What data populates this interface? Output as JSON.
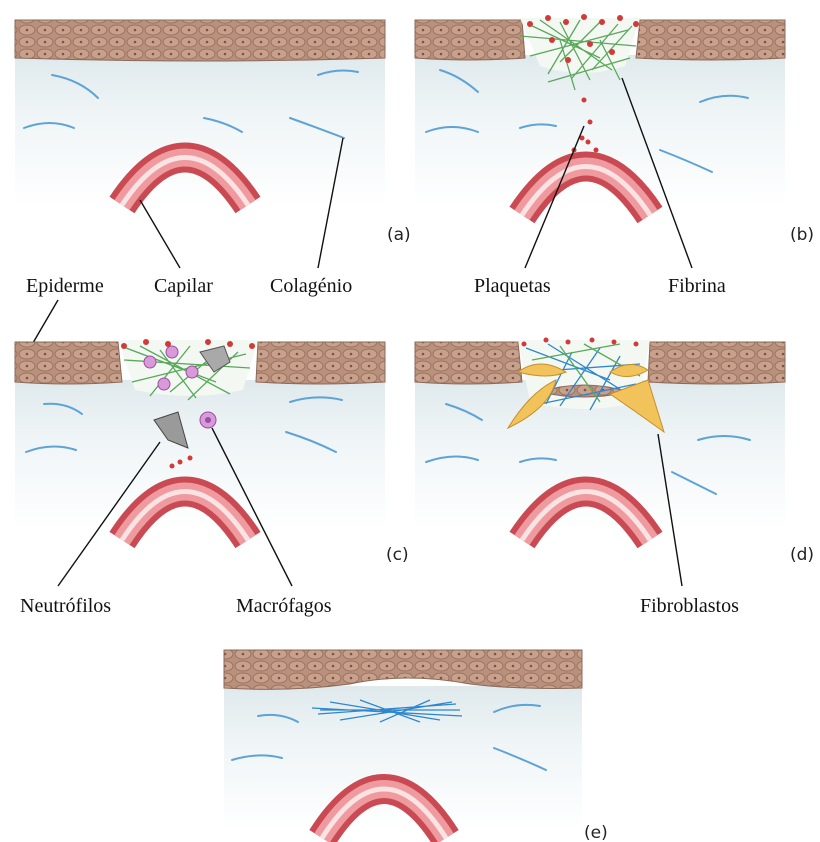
{
  "panels": [
    {
      "id": "a",
      "label": "(a)"
    },
    {
      "id": "b",
      "label": "(b)"
    },
    {
      "id": "c",
      "label": "(c)"
    },
    {
      "id": "d",
      "label": "(d)"
    },
    {
      "id": "e",
      "label": "(e)"
    }
  ],
  "labels": {
    "epiderme": "Epiderme",
    "capilar": "Capilar",
    "colagenio": "Colagénio",
    "plaquetas": "Plaquetas",
    "fibrina": "Fibrina",
    "neutrofilos": "Neutrófilos",
    "macrofagos": "Macrófagos",
    "fibroblastos": "Fibroblastos"
  },
  "colors": {
    "epidermis": "#b78b76",
    "dermis": "#eef4f6",
    "collagen": "#5ea3d6",
    "vessel": "#c94a52",
    "fibrin": "#5aa85a",
    "platelet": "#d23a3a",
    "macrophage": "#c77fc9",
    "neutrophil": "#9a9a9a",
    "fibroblast": "#f2c35a",
    "new_collagen": "#2f86cf"
  }
}
